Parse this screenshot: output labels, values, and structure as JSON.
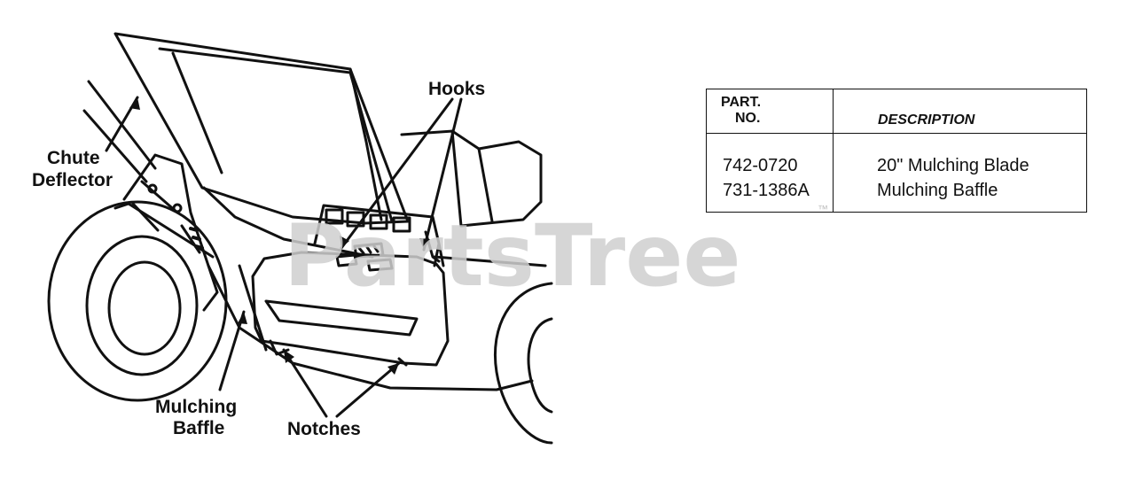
{
  "labels": {
    "hooks": "Hooks",
    "chute_deflector_line1": "Chute",
    "chute_deflector_line2": "Deflector",
    "mulching_baffle_line1": "Mulching",
    "mulching_baffle_line2": "Baffle",
    "notches": "Notches"
  },
  "watermark": {
    "text": "PartsTree",
    "trademark": "™"
  },
  "parts_table": {
    "header_part_no_line1": "PART.",
    "header_part_no_line2": "NO.",
    "header_description": "DESCRIPTION",
    "rows": [
      {
        "part_no": "742-0720",
        "description": "20\" Mulching Blade"
      },
      {
        "part_no": "731-1386A",
        "description": "Mulching Baffle"
      }
    ]
  },
  "colors": {
    "ink": "#111111",
    "watermark": "#cfcfcf"
  }
}
